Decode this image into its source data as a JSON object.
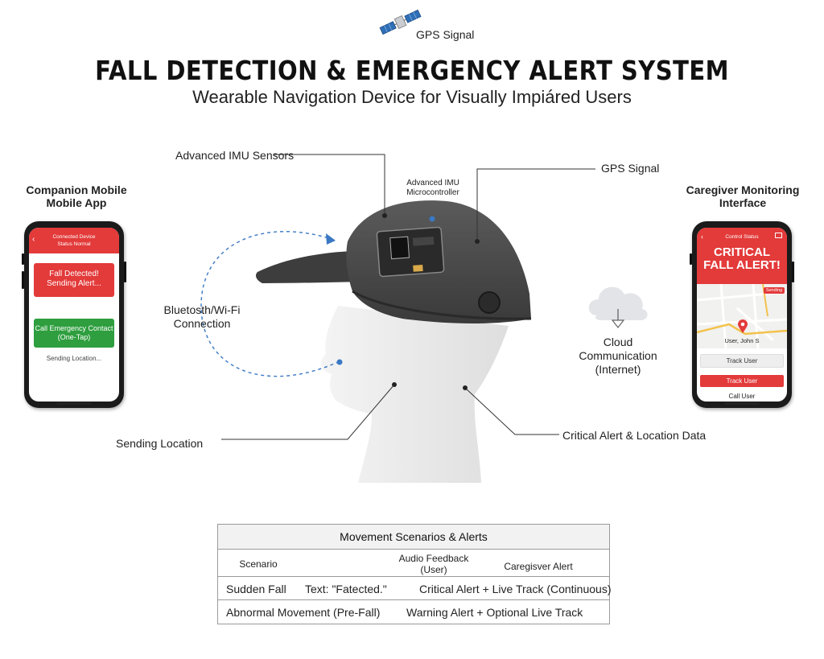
{
  "top_badge": {
    "label": "GPS Signal",
    "icon": "satellite-icon"
  },
  "title": "FALL DETECTION & EMERGENCY ALERT SYSTEM",
  "subtitle": "Wearable Navigation Device for Visually Impiáred Users",
  "callouts": {
    "imu_sensors": "Advanced IMU Sensors",
    "imu_micro_line1": "Advanced IMU",
    "imu_micro_line2": "Microcontroller",
    "gps_signal": "GPS Signal",
    "bluetooth_line1": "Bluetosth/Wi-Fi",
    "bluetooth_line2": "Connection",
    "cloud_line1": "Cloud Communication",
    "cloud_line2": "(Internet)",
    "sending_location": "Sending Location",
    "critical_alert": "Critical Alert & Location Data"
  },
  "companion_app": {
    "title_line1": "Companion Mobile",
    "title_line2": "Mobile App",
    "header_line1": "Connected Device",
    "header_line2": "Status Normal",
    "fall_line1": "Fall Detected!",
    "fall_line2": "Sending Alert...",
    "call_line1": "Call Emergency Contact",
    "call_line2": "(One-Tap)",
    "sending": "Sending Location..."
  },
  "caregiver_app": {
    "title_line1": "Caregiver Monitoring",
    "title_line2": "Interface",
    "header_small": "Control Status",
    "alert_line1": "CRITICAL",
    "alert_line2": "FALL ALERT!",
    "map_tag": "Sending",
    "user": "User, John S",
    "track_user": "Track User",
    "track_user_active": "Track User",
    "call_user": "Call User"
  },
  "table": {
    "title": "Movement Scenarios & Alerts",
    "headers": [
      "Scenario",
      "Audio Feedback (User)",
      "Caregisver Alert"
    ],
    "rows": [
      [
        "Sudden Fall",
        "Text: \"Fatected.\"",
        "Critical Alert + Live Track (Continuous)"
      ],
      [
        "Abnormal Movement (Pre-Fall)",
        "",
        "Warning Alert + Optional Live Track"
      ]
    ]
  },
  "colors": {
    "alert_red": "#e33a3a",
    "call_green": "#2e9e3e",
    "link_blue": "#3b78c4",
    "cap_gray": "#4a4a4a"
  }
}
